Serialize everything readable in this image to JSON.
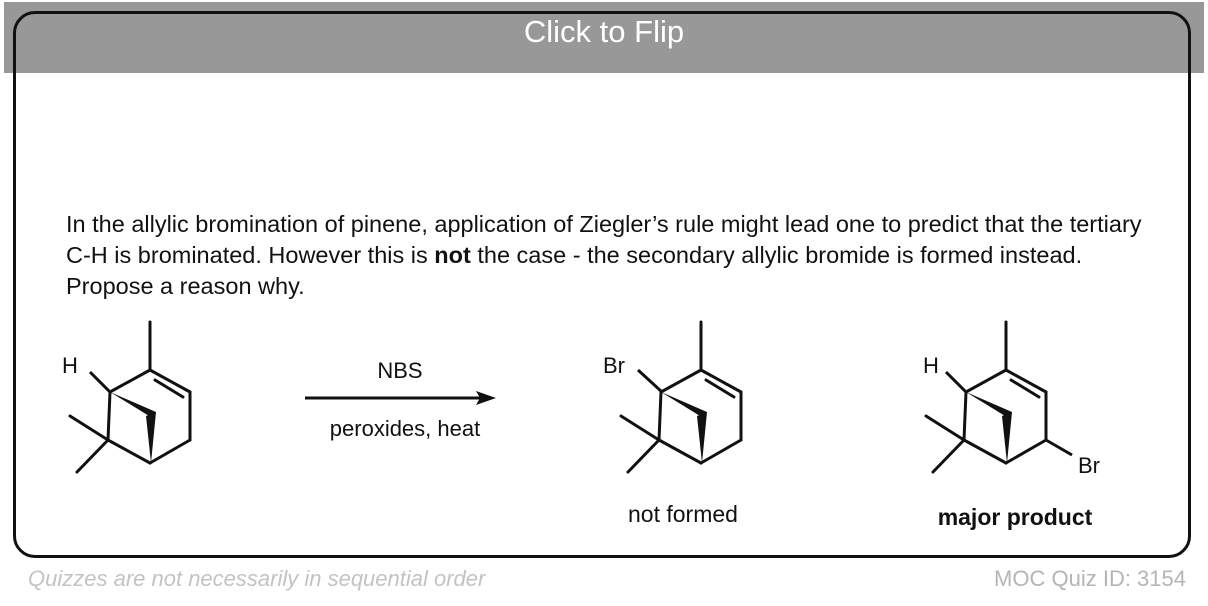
{
  "header": {
    "flip_label": "Click to Flip",
    "color": "#989898"
  },
  "question": {
    "part1": "In the allylic bromination of pinene, application of Ziegler’s rule might lead one to predict that the tertiary C-H is brominated. However this is ",
    "emphasis": "not",
    "part2": " the case - the secondary allylic bromide is formed instead. Propose a reason why."
  },
  "scheme": {
    "reagent_top": "NBS",
    "reagent_bottom": "peroxides, heat",
    "starting_material_label": "H",
    "product1_atom": "Br",
    "product1_caption": "not formed",
    "product2_h": "H",
    "product2_atom": "Br",
    "product2_caption": "major product"
  },
  "footer": {
    "note": "Quizzes are not necessarily in sequential order",
    "quiz_id": "MOC Quiz ID: 3154"
  }
}
